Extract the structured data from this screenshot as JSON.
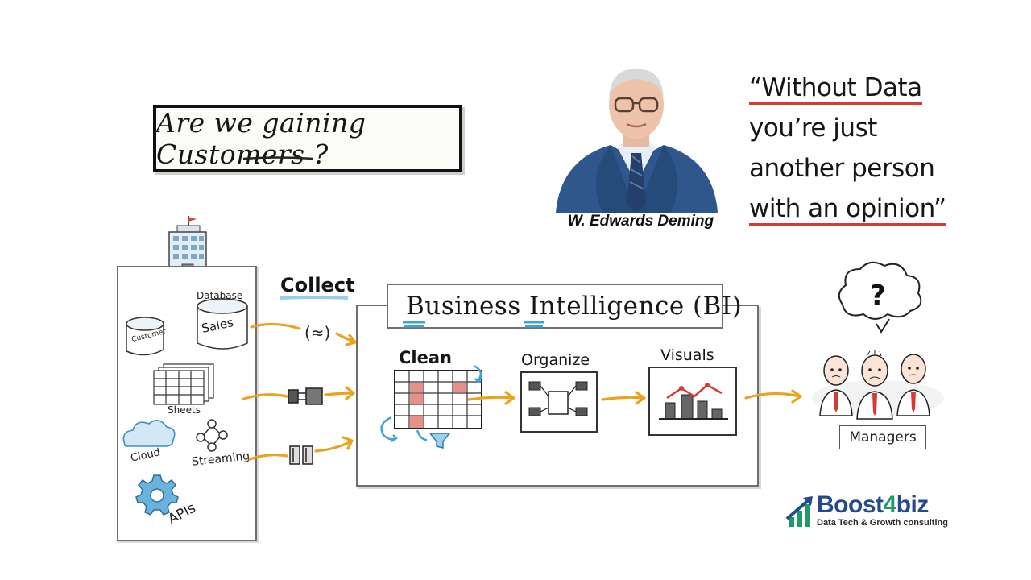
{
  "question": {
    "text": "Are we gaining Customers ?"
  },
  "portrait": {
    "name": "W. Edwards Deming"
  },
  "quote": {
    "lines": [
      "“Without Data",
      "you’re just",
      "another person",
      "with an opinion”"
    ],
    "line1_underlined": "Without Data",
    "line4_underlined": "with an opinion"
  },
  "sources": {
    "database": "Database",
    "sales": "Sales",
    "customer": "Customer",
    "sheets": "Sheets",
    "cloud": "Cloud",
    "streaming": "Streaming",
    "apis": "APIs"
  },
  "collect": {
    "label": "Collect"
  },
  "bi": {
    "title": "Business Intelligence (BI)",
    "steps": [
      "Clean",
      "Organize",
      "Visuals"
    ]
  },
  "managers": {
    "label": "Managers",
    "thought": "?"
  },
  "logo": {
    "name_part1": "Boost",
    "name_part2": "4",
    "name_part3": "biz",
    "tagline": "Data Tech & Growth consulting"
  },
  "colors": {
    "arrow": "#eaa31f",
    "accent_red": "#d23c32",
    "accent_blue": "#3ea3d6",
    "logo_blue": "#244a8c",
    "logo_green": "#1f9a68"
  }
}
